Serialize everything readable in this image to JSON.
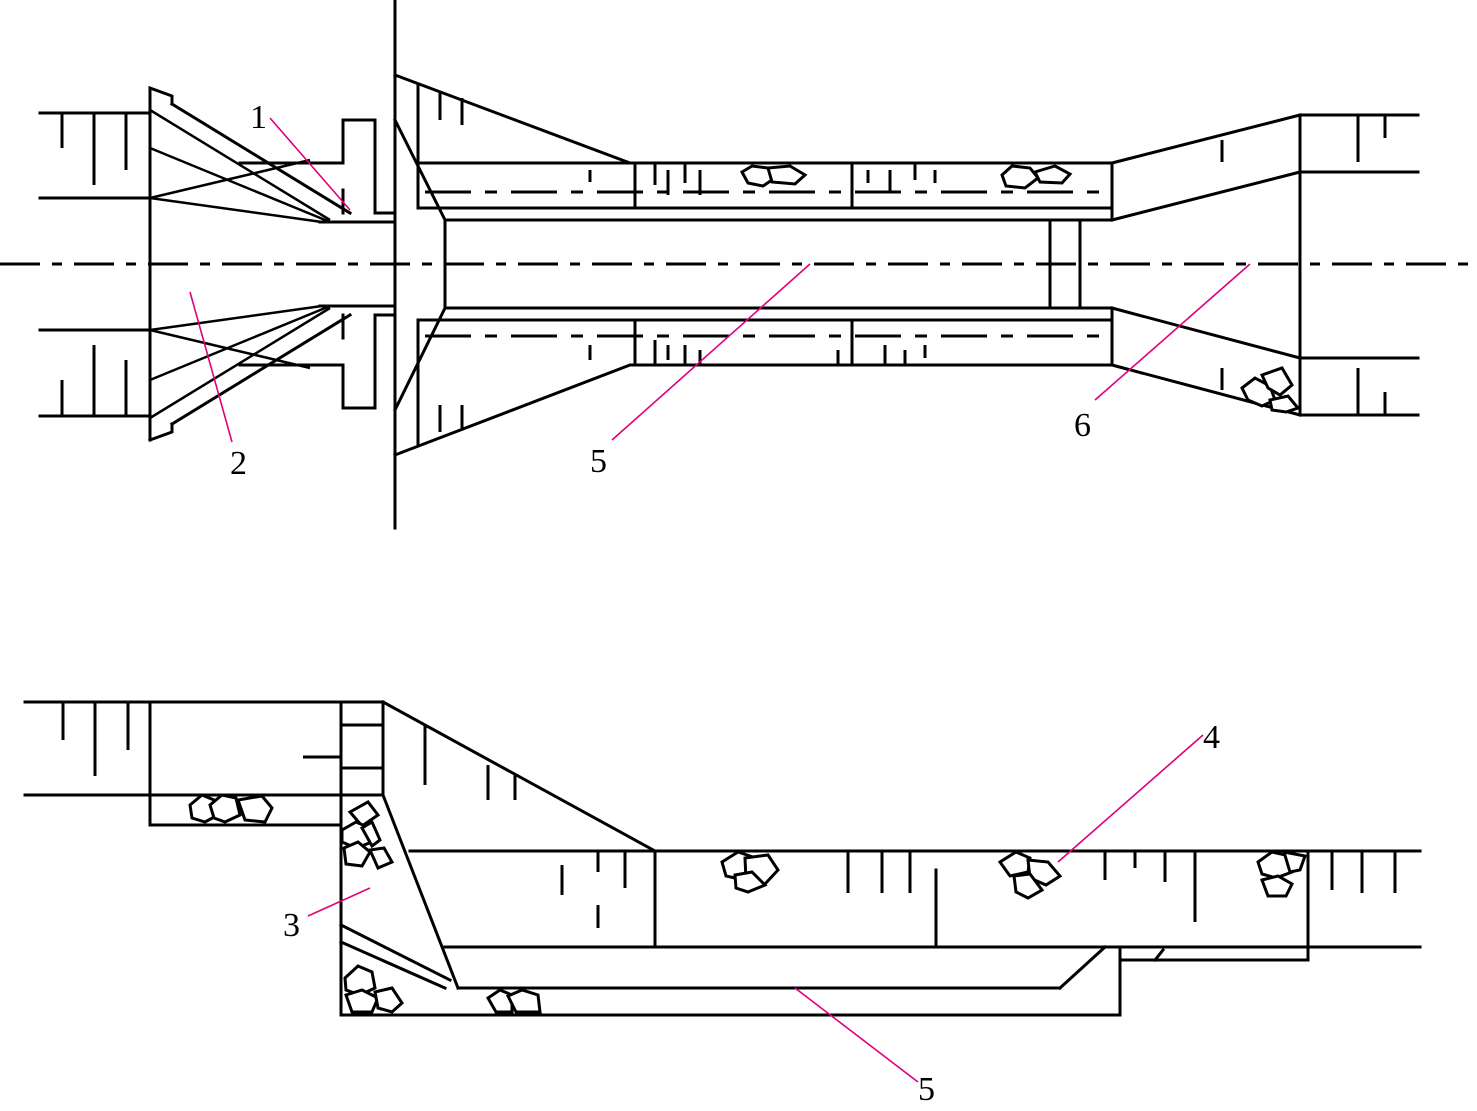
{
  "labels": {
    "l1": "1",
    "l2": "2",
    "l3": "3",
    "l4": "4",
    "l5_top": "5",
    "l5_bottom": "5",
    "l6": "6"
  },
  "colors": {
    "line": "#000000",
    "leader": "#e0007a",
    "background": "#ffffff"
  }
}
